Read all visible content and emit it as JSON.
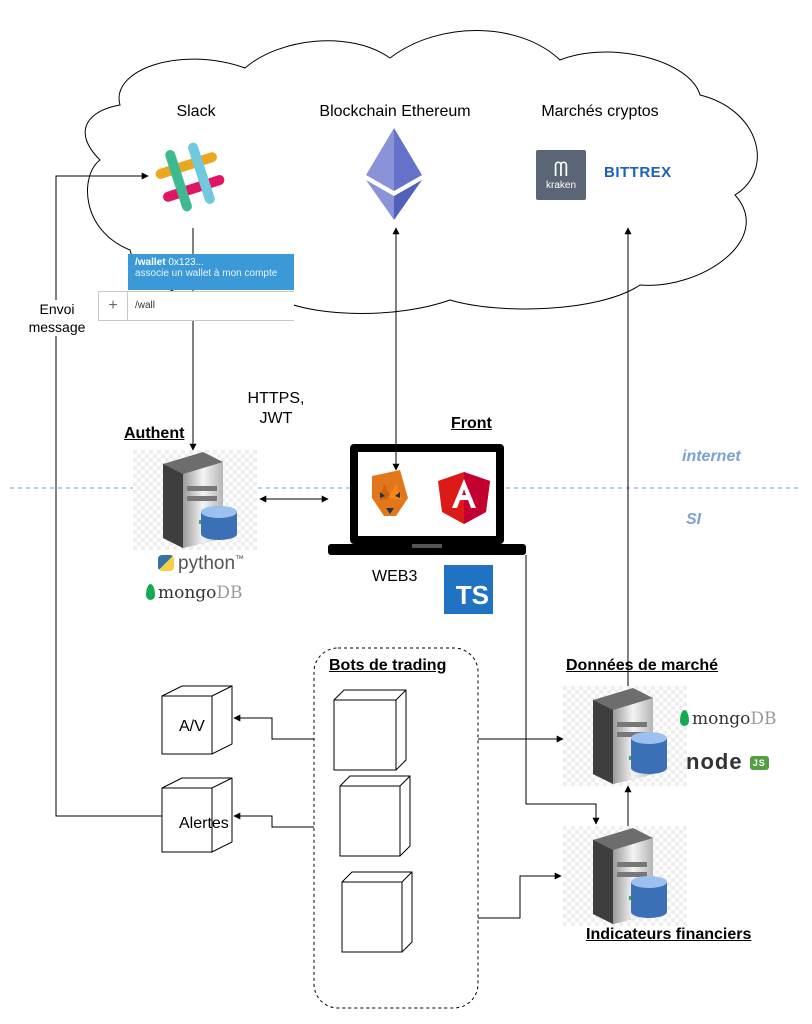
{
  "cloud": {
    "slack_title": "Slack",
    "ethereum_title": "Blockchain Ethereum",
    "markets_title": "Marchés cryptos",
    "kraken_label": "kraken",
    "bittrex_label": "BITTREX"
  },
  "slack_ui": {
    "popup_command": "/wallet",
    "popup_hint": "0x123...",
    "popup_description": "associe un wallet à mon compte",
    "input_plus": "+",
    "input_value": "/wall"
  },
  "labels": {
    "envoi_message_line1": "Envoi",
    "envoi_message_line2": "message",
    "https_line1": "HTTPS,",
    "https_line2": "JWT",
    "authent": "Authent",
    "front": "Front",
    "web3": "WEB3",
    "ts": "TS",
    "internet": "internet",
    "si": "SI",
    "bots": "Bots de trading",
    "donnees": "Données de marché",
    "indicateurs": "Indicateurs financiers",
    "av": "A/V",
    "alertes": "Alertes"
  },
  "logos": {
    "python": "python",
    "python_tm": "™",
    "mongo_prefix": "mongo",
    "mongo_suffix": "DB",
    "node": "node",
    "node_js": "JS"
  },
  "colors": {
    "zone_label": "#7aa1d2",
    "dashed_boundary": "#7aa1d2",
    "slack_popup": "#3b99d8",
    "ethereum": "#6f7fd8",
    "angular": "#dd1b16",
    "metamask": "#e2761b",
    "typescript": "#1f73c2",
    "server_db": "#3b6fb6"
  }
}
